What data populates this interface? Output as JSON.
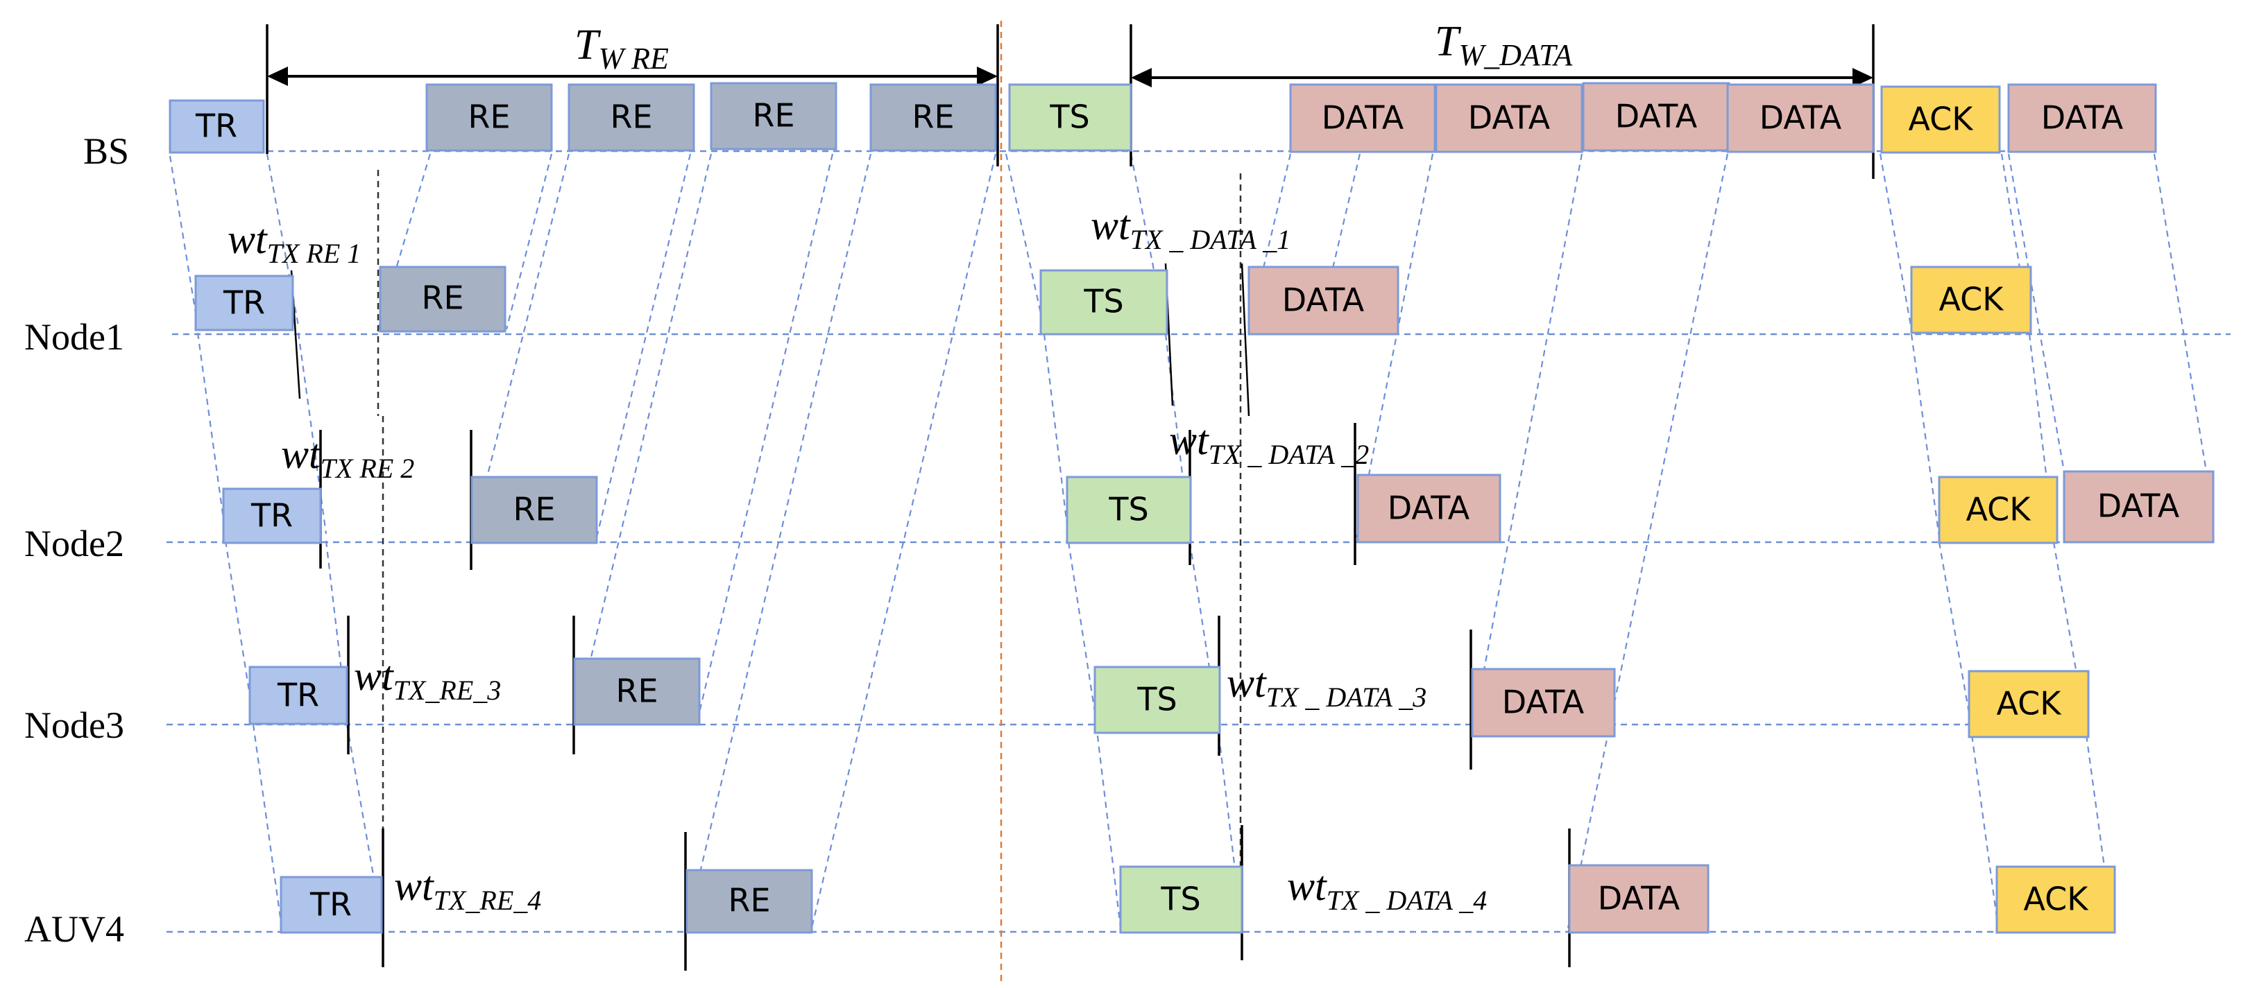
{
  "nodes": [
    "BS",
    "Node1",
    "Node2",
    "Node3",
    "AUV4"
  ],
  "packet_labels": {
    "tr": "TR",
    "re": "RE",
    "ts": "TS",
    "data": "DATA",
    "ack": "ACK"
  },
  "windows": {
    "re": {
      "symbol": "T",
      "sub": "W RE"
    },
    "data": {
      "symbol": "T",
      "sub": "W_DATA"
    }
  },
  "wait_labels": [
    {
      "main": "wt",
      "sub": "TX RE 1"
    },
    {
      "main": "wt",
      "sub": "TX RE 2"
    },
    {
      "main": "wt",
      "sub": "TX_RE_3"
    },
    {
      "main": "wt",
      "sub": "TX_RE_4"
    },
    {
      "main": "wt",
      "sub": "TX _ DATA _1"
    },
    {
      "main": "wt",
      "sub": "TX _ DATA _2"
    },
    {
      "main": "wt",
      "sub": "TX _ DATA _3"
    },
    {
      "main": "wt",
      "sub": "TX _ DATA _4"
    }
  ],
  "colors": {
    "tr": "#aec4ea",
    "re": "#a6b2c4",
    "ts": "#c6e3b4",
    "data": "#deb6b1",
    "ack": "#fcd55c",
    "border": "#7d9ad8",
    "timeline": "#6d8fd6",
    "divider": "#e07a36"
  }
}
